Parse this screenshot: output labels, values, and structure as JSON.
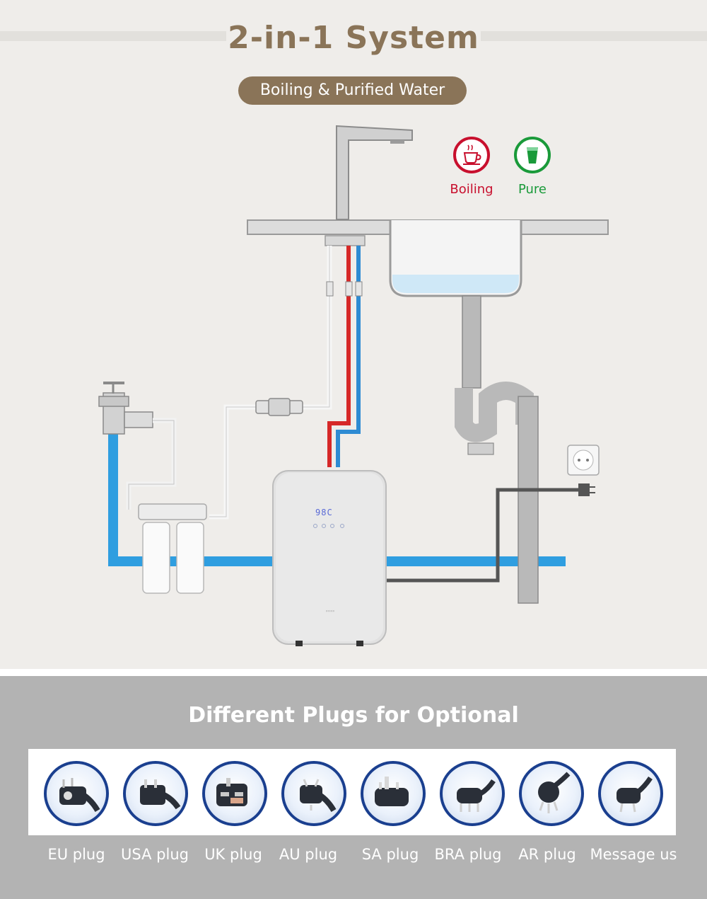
{
  "header": {
    "title": "2-in-1 System",
    "subtitle": "Boiling & Purified Water"
  },
  "legend": [
    {
      "label": "Boiling",
      "color": "#c8102e",
      "icon": "coffee-cup-icon"
    },
    {
      "label": "Pure",
      "color": "#1a9a3a",
      "icon": "water-glass-icon"
    }
  ],
  "device": {
    "display_temp": "98C"
  },
  "plugs": {
    "title": "Different Plugs for Optional",
    "items": [
      {
        "label": "EU plug",
        "icon": "eu-plug-icon"
      },
      {
        "label": "USA plug",
        "icon": "usa-plug-icon"
      },
      {
        "label": "UK plug",
        "icon": "uk-plug-icon"
      },
      {
        "label": "AU plug",
        "icon": "au-plug-icon"
      },
      {
        "label": "SA plug",
        "icon": "sa-plug-icon"
      },
      {
        "label": "BRA plug",
        "icon": "bra-plug-icon"
      },
      {
        "label": "AR plug",
        "icon": "ar-plug-icon"
      },
      {
        "label": "Message us",
        "icon": "generic-plug-icon"
      }
    ]
  },
  "colors": {
    "brand": "#8a7458",
    "hot_line": "#d62828",
    "cold_line": "#2e8bd3",
    "water_main": "#2f9ee0"
  }
}
